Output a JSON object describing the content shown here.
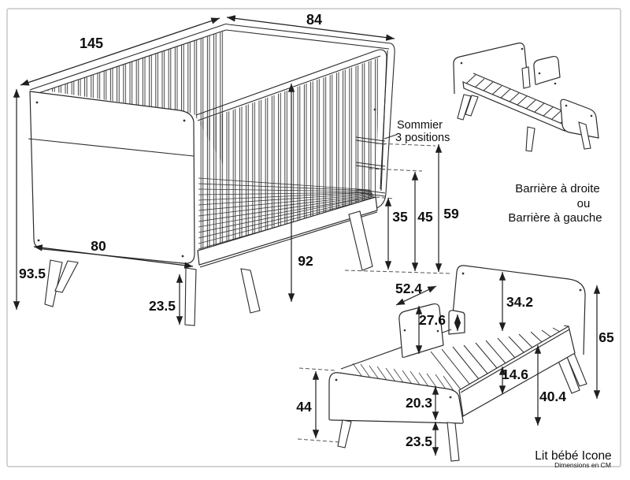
{
  "page": {
    "background": "#ffffff",
    "border_color": "#b9b9bd"
  },
  "labels": {
    "sommier": {
      "line1": "Sommier",
      "line2": "3 positions"
    },
    "barrier": {
      "line1": "Barrière à droite",
      "line2": "ou",
      "line3": "Barrière à gauche"
    },
    "product": "Lit bébé Icone",
    "units": "Dimensions en CM"
  },
  "crib": {
    "length": "145",
    "width": "84",
    "total_height": "93.5",
    "end_width": "80",
    "leg_height": "23.5",
    "side_height": "92",
    "mattress_positions": {
      "low": "35",
      "mid": "45",
      "high": "59"
    }
  },
  "toddler_bed": {
    "barrier_length": "52.4",
    "barrier_height": "27.6",
    "headboard_above_base": "34.2",
    "headboard_height": "65",
    "base_thickness": "14.6",
    "base_height": "40.4",
    "footboard_above_base": "20.3",
    "leg_height": "23.5",
    "footboard_height": "44"
  }
}
